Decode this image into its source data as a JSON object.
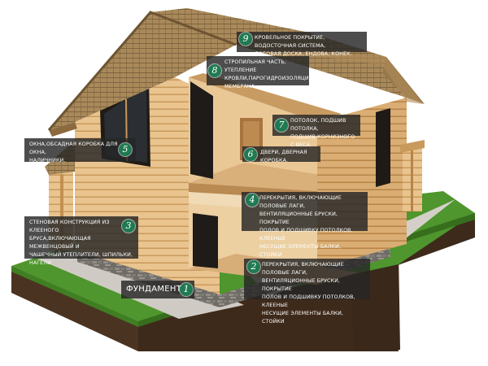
{
  "callouts": [
    {
      "num": "9",
      "lines": [
        "КРОВЕЛЬНОЕ ПОКРЫТИЕ, ВОДОСТОЧНАЯ СИСТЕМА,",
        "ЛОБОВАЯ ДОСКА, ЕНДОВА, КОНЕК."
      ]
    },
    {
      "num": "8",
      "lines": [
        "СТРОПИЛЬНАЯ ЧАСТЬ, УТЕПЛЕНИЕ",
        "КРОВЛИ,ПАРОГИДРОИЗОЛЯЦИОННАЯ",
        "МЕМБРАНА."
      ]
    },
    {
      "num": "7",
      "lines": [
        "ПОТОЛОК, ПОДШИВ ПОТОЛКА,",
        "ПОДШИВ КОРНИЗНОГО С ВЕСА."
      ]
    },
    {
      "num": "6",
      "lines": [
        "ДВЕРИ, ДВЕРНАЯ КОРОБКА."
      ]
    },
    {
      "num": "5",
      "lines": [
        "ОКНА,ОБСАДНАЯ КОРОБКА ДЛЯ ОКНА,",
        "НАЛИЧНИКИ."
      ]
    },
    {
      "num": "4",
      "lines": [
        "ПЕРЕКРЫТИЯ, ВКЛЮЧАЮЩИЕ ПОЛОВЫЕ ЛАГИ,",
        "ВЕНТИЛЯЦИОННЫЕ БРУСКИ, ПОКРЫТИЕ",
        "ПОЛОВ И ПОДШИВКУ ПОТОЛКОВ, КЛЕЕНЫЕ",
        "НЕСУЩИЕ ЭЛЕМЕНТЫ БАЛКИ, СТОЙКИ"
      ]
    },
    {
      "num": "3",
      "lines": [
        "СТЕНОВАЯ КОНСТРУКЦИЯ ИЗ КЛЕЕНОГО",
        "БРУСА,ВКЛЮЧАЮЩАЯ МЕЖВЕНЦОВЫЙ И",
        "ЧАШЕЧНЫЙ УТЕПЛИТЕЛИ, ШПИЛЬКИ,",
        "НАГЕЛИ"
      ]
    },
    {
      "num": "2",
      "lines": [
        "ПЕРЕКРЫТИЯ, ВКЛЮЧАЮЩИЕ ПОЛОВЫЕ ЛАГИ,",
        "ВЕНТИЛЯЦИОННЫЕ БРУСКИ, ПОКРЫТИЕ",
        "ПОЛОВ И ПОДШИВКУ ПОТОЛКОВ, КЛЕЕНЫЕ",
        "НЕСУЩИЕ ЭЛЕМЕНТЫ БАЛКИ, СТОЙКИ"
      ]
    }
  ],
  "foundation": {
    "label": "ФУНДАМЕНТ",
    "num": "1"
  },
  "colors": {
    "callout_bg": "#262626",
    "badge": "#1f7a52",
    "grass": "#4a8f2a",
    "soil": "#4a3322",
    "wood": "#e8c08a",
    "roof": "#a88755"
  }
}
